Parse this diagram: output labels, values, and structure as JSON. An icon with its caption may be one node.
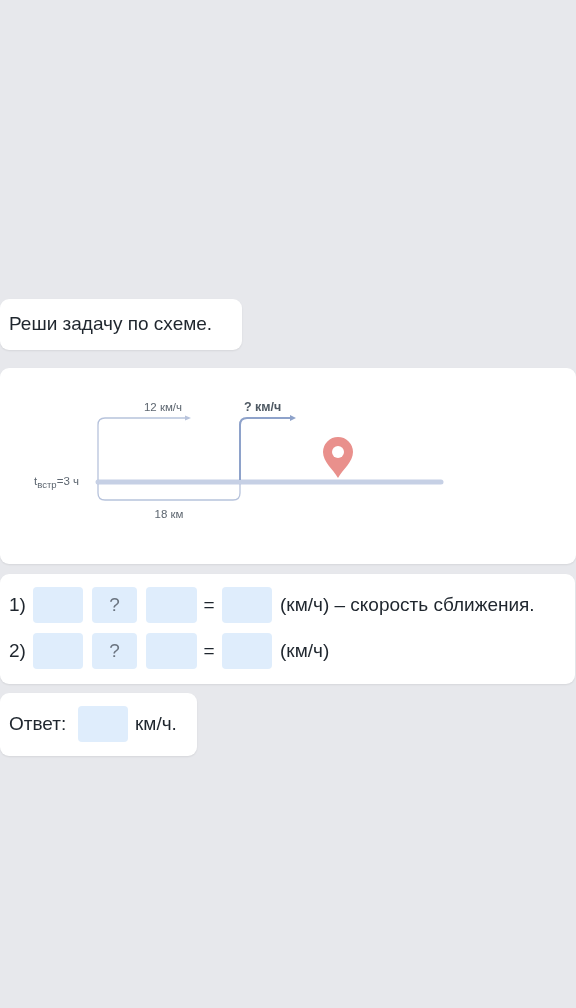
{
  "diagram": {
    "nodes": [
      {
        "text": [
          "Реши задачу по схеме."
        ]
      },
      {
        "text": [
          "12 км/ч",
          "? км/ч",
          "t$_{встр}$=3 ч",
          "18 км"
        ]
      },
      {
        "text": [
          "1)",
          "?",
          "=",
          "(км/ч) – скорость сближения.",
          "2)",
          "?",
          "=",
          "(км/ч)"
        ]
      },
      {
        "text": [
          "Ответ:",
          "км/ч."
        ]
      }
    ]
  }
}
